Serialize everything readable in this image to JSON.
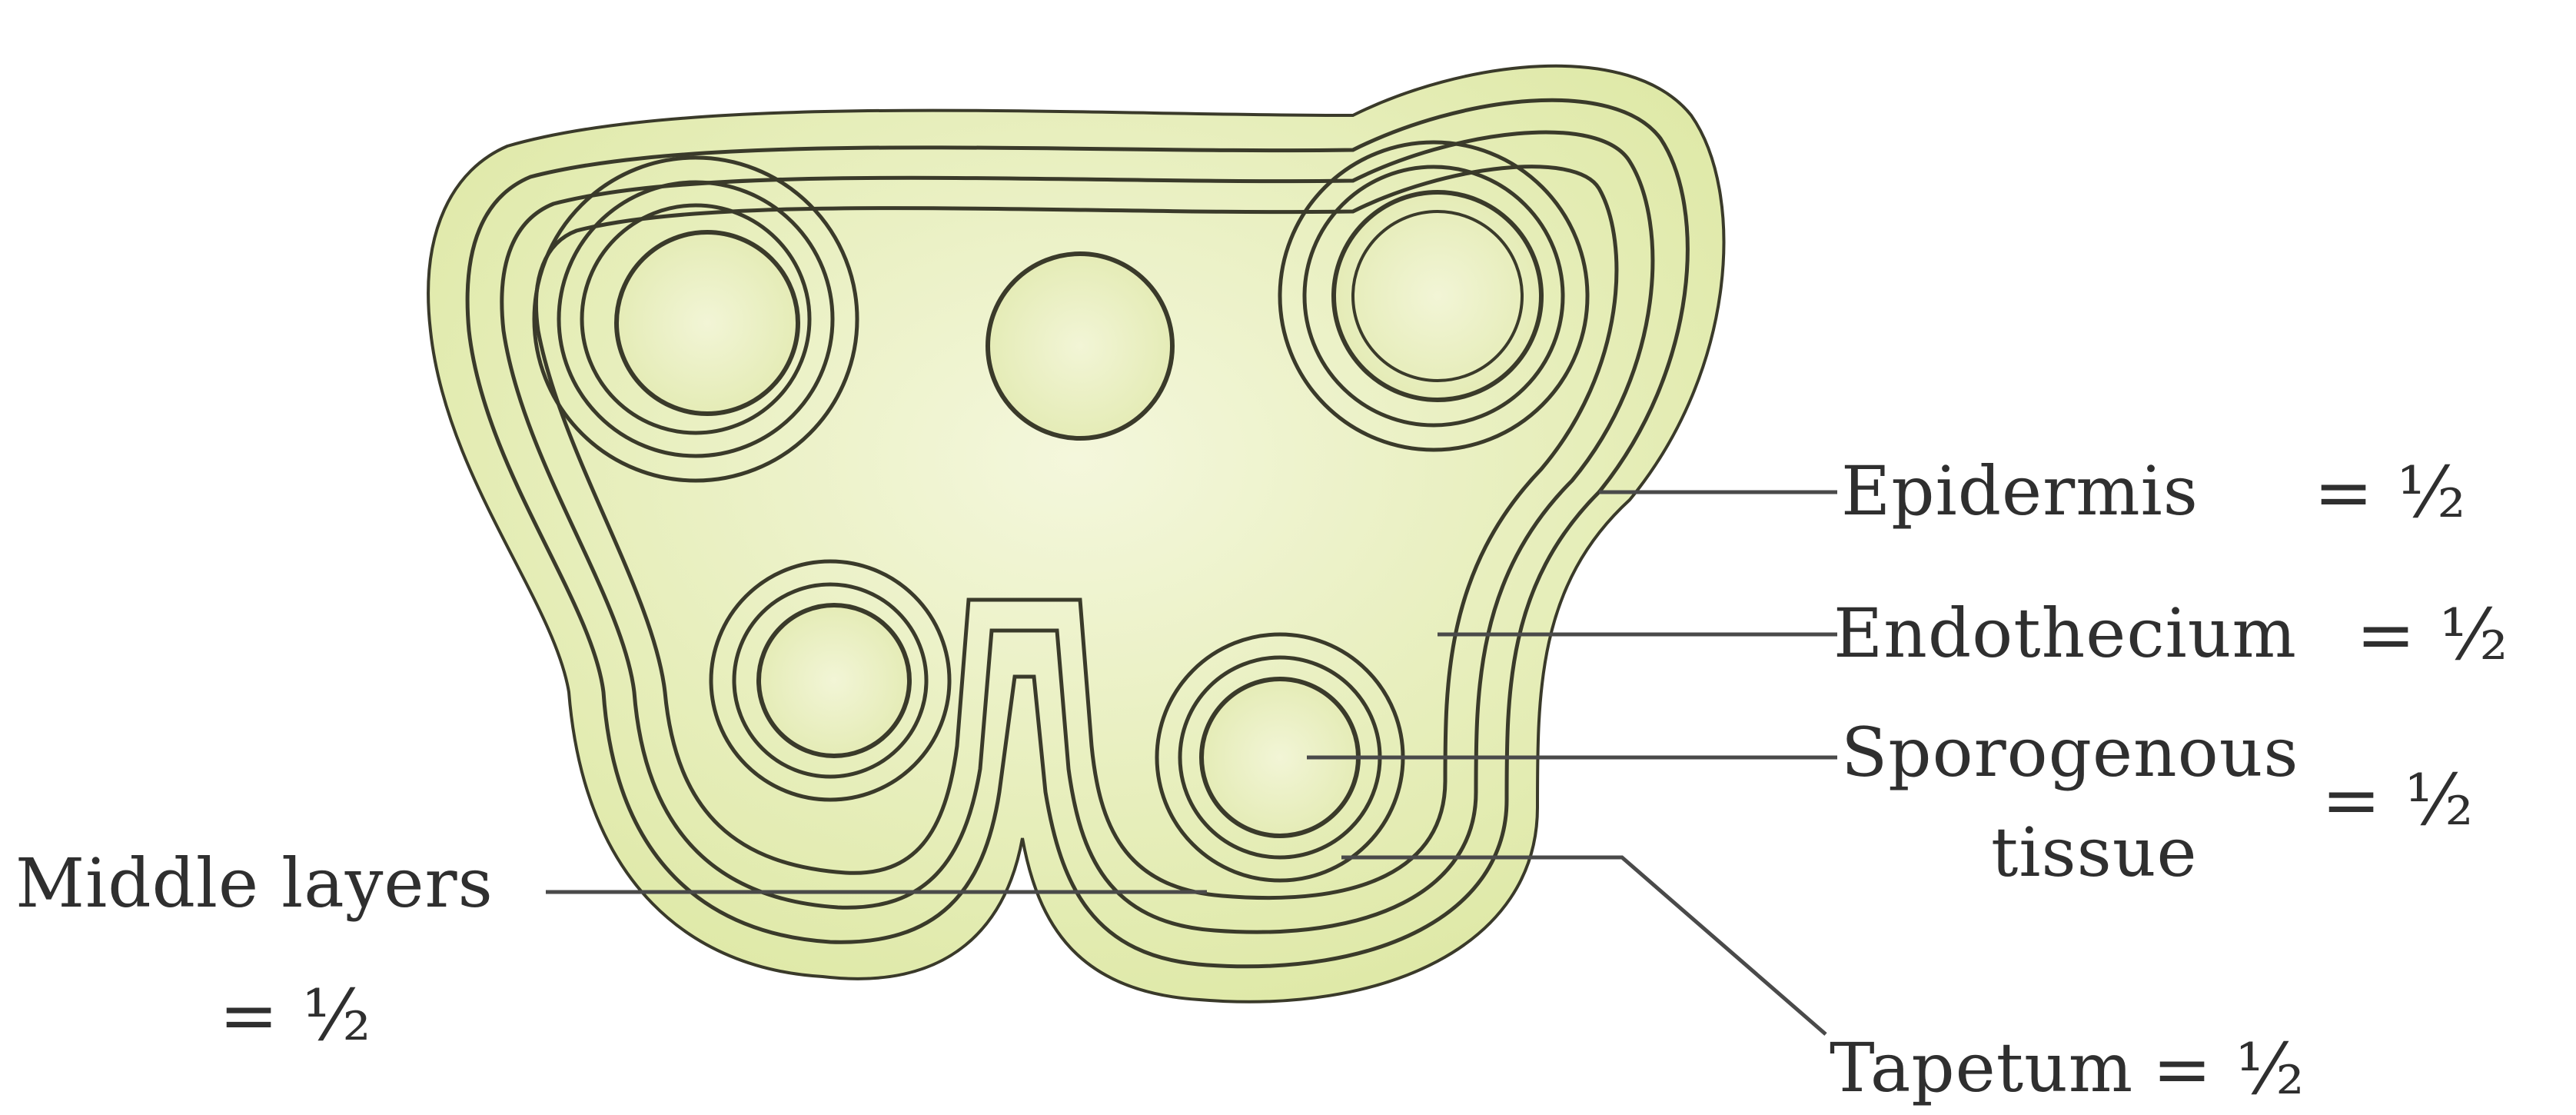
{
  "diagram": {
    "labels": {
      "epidermis": "Epidermis",
      "endothecium": "Endothecium",
      "sporogenous_line1": "Sporogenous",
      "sporogenous_line2": "tissue",
      "middle_layers": "Middle layers",
      "tapetum": "Tapetum"
    },
    "marks": {
      "epidermis": "= ½",
      "endothecium": "= ½",
      "sporogenous": "= ½",
      "middle_layers": "= ½",
      "tapetum": "= ½"
    },
    "colors": {
      "tissue_fill": "#e4ecb0",
      "tissue_light": "#f3f6da",
      "outline": "#3a3a2a",
      "leader_line": "#4a4a4a",
      "label_text": "#2f2f2f"
    }
  }
}
